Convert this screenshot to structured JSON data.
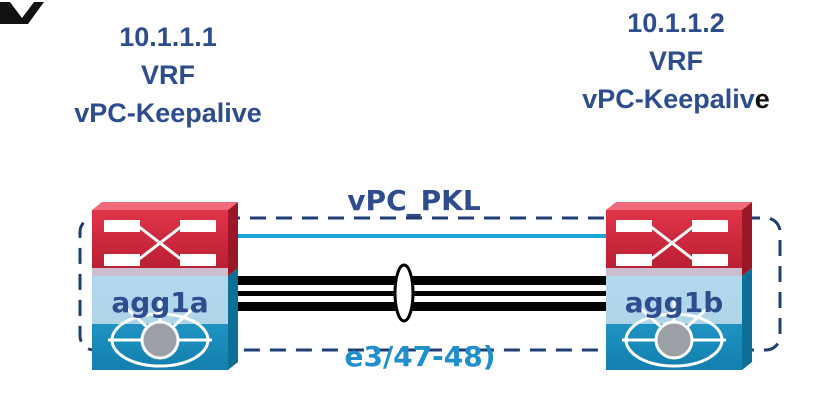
{
  "left_switch": {
    "ip": "10.1.1.1",
    "vrf": "VRF",
    "keepalive_label": "vPC-Keepalive",
    "name": "agg1a"
  },
  "right_switch": {
    "ip": "10.1.1.2",
    "vrf": "VRF",
    "keepalive_main": "vPC-Keepaliv",
    "keepalive_last": "e",
    "name": "agg1b"
  },
  "peer_keepalive_link_label": "vPC_PKL",
  "port_channel_label": "e3/47-48)",
  "colors": {
    "label_blue": "#2e4d8f",
    "switch_red": "#d8233a",
    "switch_blue": "#1d97c5",
    "pkl_cyan": "#1aa7d8",
    "dashed_box": "#1f3f73"
  }
}
